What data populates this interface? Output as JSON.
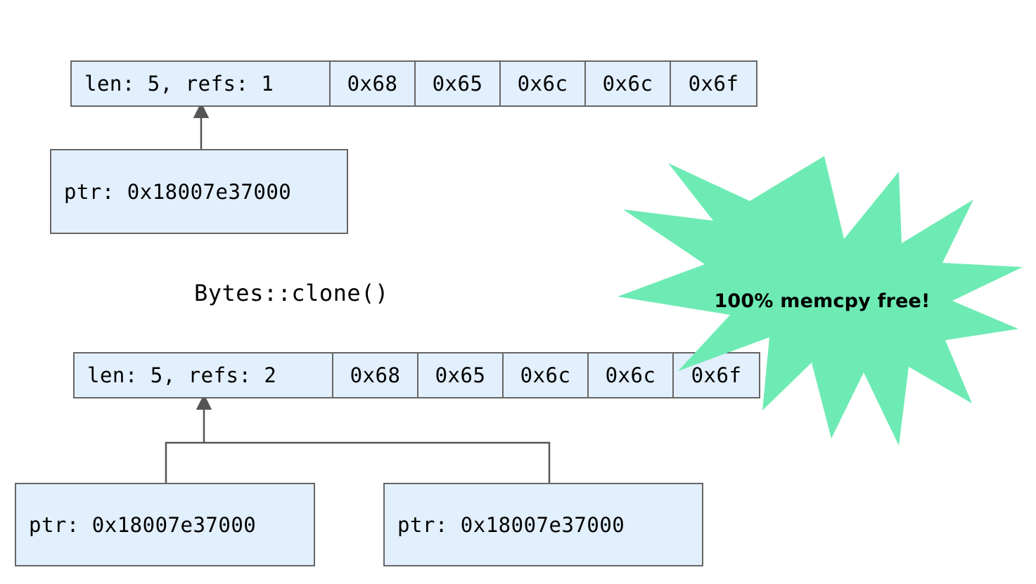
{
  "diagram": {
    "title": "Bytes::clone() reference-counted buffer sharing",
    "colors": {
      "box_fill": "#e2effc",
      "box_border": "#666666",
      "connector": "#555555",
      "starburst_fill": "#6eebb4",
      "text": "#000000",
      "background": "#ffffff"
    },
    "before": {
      "allocation": {
        "header": "len: 5, refs: 1",
        "bytes": [
          "0x68",
          "0x65",
          "0x6c",
          "0x6c",
          "0x6f"
        ]
      },
      "handles": [
        {
          "label": "ptr: 0x18007e37000"
        }
      ]
    },
    "operation_label": "Bytes::clone()",
    "after": {
      "allocation": {
        "header": "len: 5, refs: 2",
        "bytes": [
          "0x68",
          "0x65",
          "0x6c",
          "0x6c",
          "0x6f"
        ]
      },
      "handles": [
        {
          "label": "ptr: 0x18007e37000"
        },
        {
          "label": "ptr: 0x18007e37000"
        }
      ]
    },
    "callout": {
      "text": "100% memcpy free!"
    }
  }
}
